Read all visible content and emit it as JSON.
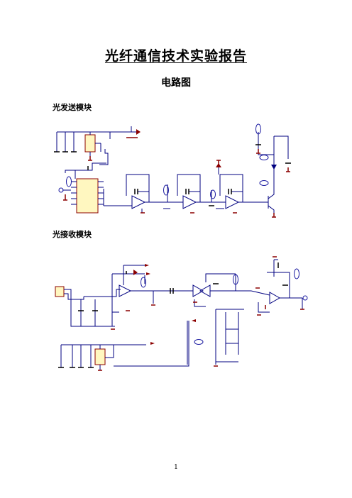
{
  "document": {
    "title": "光纤通信技术实验报告",
    "subtitle": "电路图",
    "sections": [
      {
        "heading": "光发送模块"
      },
      {
        "heading": "光接收模块"
      }
    ],
    "page_number": "1"
  },
  "colors": {
    "wire": "#000080",
    "component": "#1a1aa0",
    "ground": "#8b0000",
    "ic_fill": "#fff7c0",
    "ic_border": "#8b0000",
    "capacitor": "#000000"
  }
}
